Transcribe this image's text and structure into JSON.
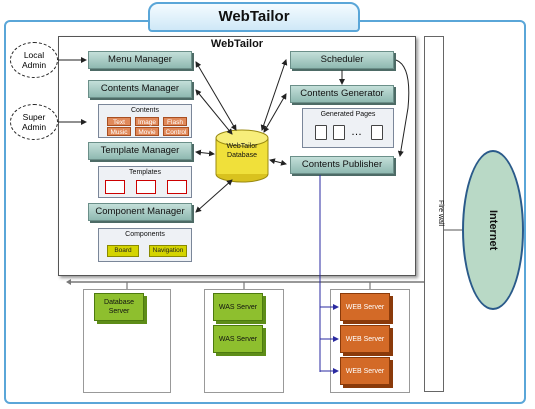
{
  "title": "WebTailor",
  "inner_title": "WebTailor",
  "admins": {
    "local": "Local Admin",
    "super": "Super Admin"
  },
  "modules": {
    "menu_manager": "Menu Manager",
    "contents_manager": "Contents Manager",
    "template_manager": "Template Manager",
    "component_manager": "Component Manager",
    "scheduler": "Scheduler",
    "contents_generator": "Contents Generator",
    "contents_publisher": "Contents Publisher"
  },
  "contents": {
    "title": "Contents",
    "items": [
      "Text",
      "Image",
      "Flash",
      "Music",
      "Movie",
      "Control"
    ]
  },
  "templates": {
    "title": "Templates"
  },
  "components": {
    "title": "Components",
    "items": [
      "Board",
      "Navigation"
    ]
  },
  "generated_pages": {
    "title": "Generated Pages",
    "ellipsis": "…"
  },
  "database": "WebTailor Database",
  "firewall": "Fire wall",
  "internet": "Internet",
  "servers": {
    "database_server": "Database Server",
    "was_servers": [
      "WAS Server",
      "WAS Server"
    ],
    "web_servers": [
      "WEB Server",
      "WEB Server",
      "WEB Server"
    ]
  },
  "colors": {
    "module": "#a9cdc6",
    "chip_orange": "#e0895a",
    "chip_yellow": "#d4d400",
    "server_green": "#8ebf2e",
    "server_orange": "#d36a27",
    "database": "#f0e03a",
    "frame": "#5aa6d8"
  }
}
